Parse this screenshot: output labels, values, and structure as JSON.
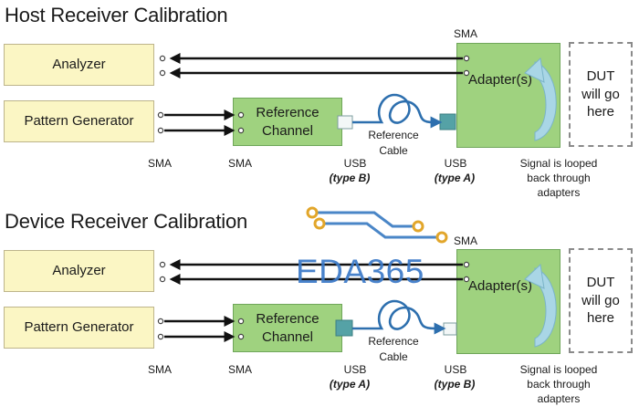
{
  "top": {
    "title": "Host Receiver Calibration",
    "analyzer": "Analyzer",
    "pattern_generator": "Pattern Generator",
    "reference_channel_line1": "Reference",
    "reference_channel_line2": "Channel",
    "adapter": "Adapter(s)",
    "dut_line1": "DUT",
    "dut_line2": "will go",
    "dut_line3": "here",
    "sma_top": "SMA",
    "sma_left": "SMA",
    "sma_mid": "SMA",
    "usb_left": "USB",
    "usb_left_type": "(type B)",
    "usb_right": "USB",
    "usb_right_type": "(type A)",
    "reference_cable_line1": "Reference",
    "reference_cable_line2": "Cable",
    "signal_line1": "Signal is looped",
    "signal_line2": "back through",
    "signal_line3": "adapters"
  },
  "bottom": {
    "title": "Device Receiver Calibration",
    "analyzer": "Analyzer",
    "pattern_generator": "Pattern Generator",
    "reference_channel_line1": "Reference",
    "reference_channel_line2": "Channel",
    "adapter": "Adapter(s)",
    "dut_line1": "DUT",
    "dut_line2": "will go",
    "dut_line3": "here",
    "sma_top": "SMA",
    "sma_left": "SMA",
    "sma_mid": "SMA",
    "usb_left": "USB",
    "usb_left_type": "(type A)",
    "usb_right": "USB",
    "usb_right_type": "(type B)",
    "reference_cable_line1": "Reference",
    "reference_cable_line2": "Cable",
    "signal_line1": "Signal is looped",
    "signal_line2": "back through",
    "signal_line3": "adapters"
  },
  "watermark": "EDA365",
  "colors": {
    "yellow_box": "#fbf6c4",
    "green_box": "#9fd27f",
    "cable_blue": "#2d6fae",
    "loop_arrow": "#a9d6e6",
    "watermark_blue": "#3a79c8",
    "watermark_gold": "#e2a62a"
  }
}
